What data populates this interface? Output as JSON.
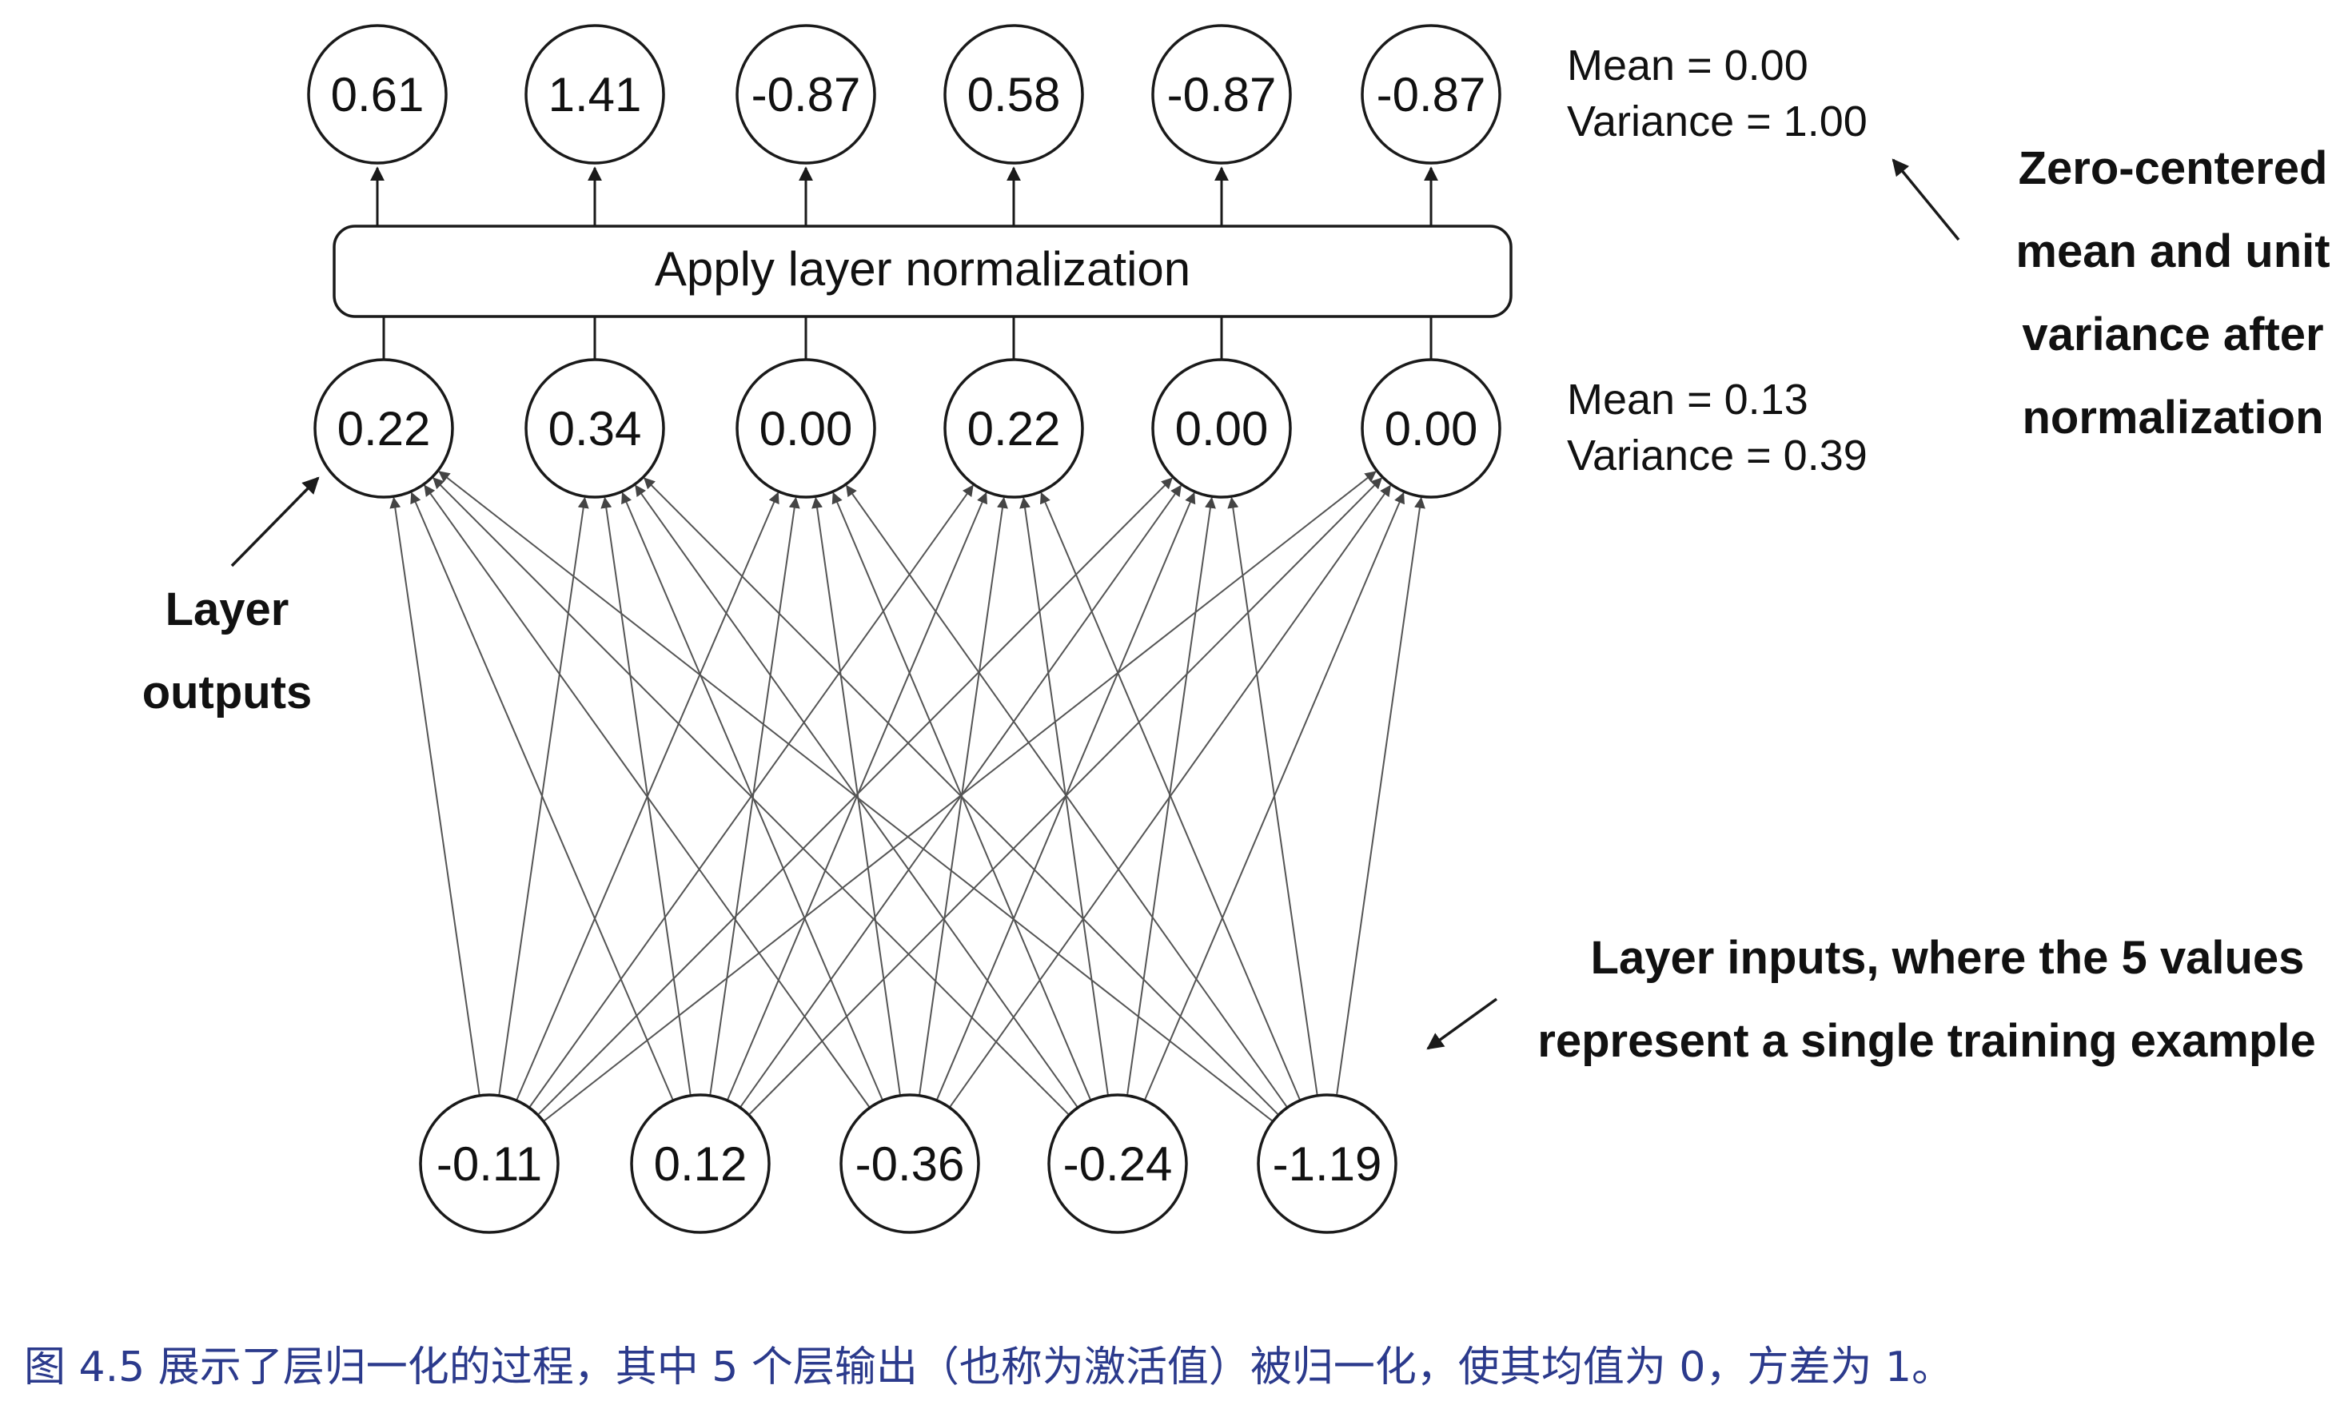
{
  "normalized_outputs": [
    "0.61",
    "1.41",
    "-0.87",
    "0.58",
    "-0.87",
    "-0.87"
  ],
  "layer_outputs": [
    "0.22",
    "0.34",
    "0.00",
    "0.22",
    "0.00",
    "0.00"
  ],
  "layer_inputs": [
    "-0.11",
    "0.12",
    "-0.36",
    "-0.24",
    "-1.19"
  ],
  "normalize_box_label": "Apply layer normalization",
  "stats_after": {
    "mean": "Mean = 0.00",
    "variance": "Variance = 1.00"
  },
  "stats_before": {
    "mean": "Mean = 0.13",
    "variance": "Variance = 0.39"
  },
  "annotations": {
    "zero_centered": [
      "Zero-centered",
      "mean and unit",
      "variance after",
      "normalization"
    ],
    "layer_outputs": [
      "Layer",
      "outputs"
    ],
    "layer_inputs": [
      "Layer inputs, where the 5 values",
      "represent a single training example"
    ]
  },
  "caption": "图 4.5 展示了层归一化的过程，其中 5 个层输出（也称为激活值）被归一化，使其均值为 0，方差为 1。",
  "colors": {
    "caption": "#2b3a8c",
    "line": "#555555",
    "stroke": "#1a1a1a"
  }
}
